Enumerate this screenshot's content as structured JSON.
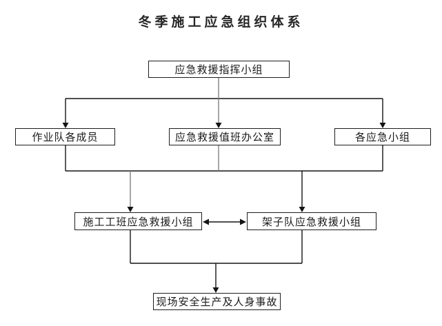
{
  "title": "冬季施工应急组织体系",
  "nodes": {
    "command_group": {
      "label": "应急救援指挥小组"
    },
    "team_members": {
      "label": "作业队各成员"
    },
    "duty_office": {
      "label": "应急救援值班办公室"
    },
    "emergency_teams": {
      "label": "各应急小组"
    },
    "work_shift_team": {
      "label": "施工工班应急救援小组"
    },
    "scaffold_team": {
      "label": "架子队应急救援小组"
    },
    "site_accident": {
      "label": "现场安全生产及人身事故"
    }
  },
  "colors": {
    "background": "#ffffff",
    "box_border": "#1c1c1c",
    "text": "#1a1a1a",
    "line_black": "#141414",
    "line_gray": "#808080"
  }
}
